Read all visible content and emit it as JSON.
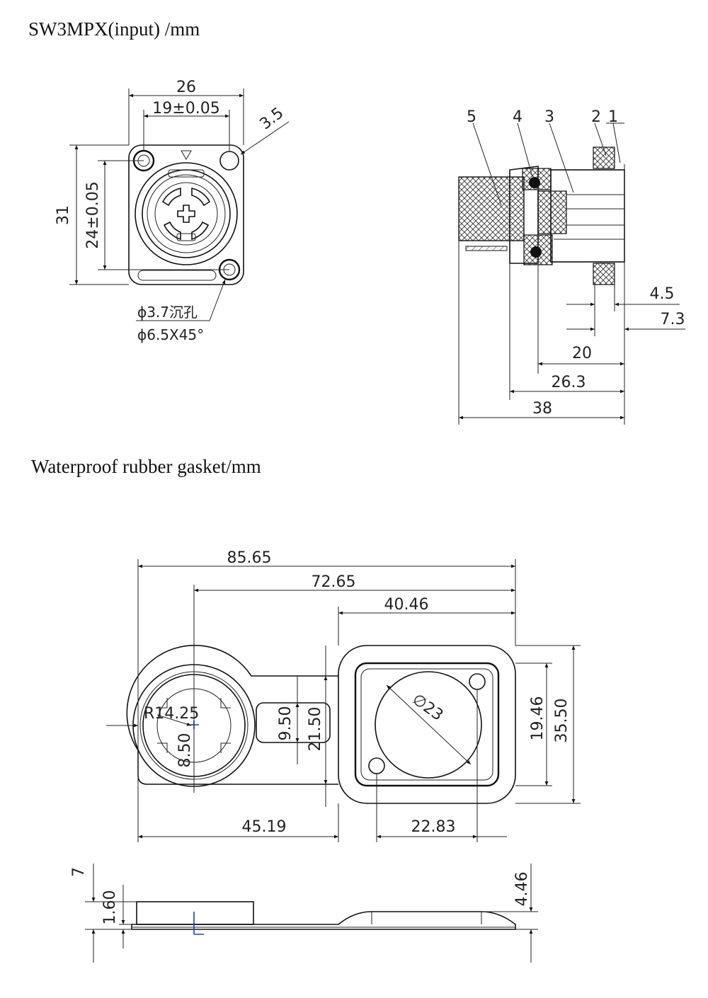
{
  "headings": {
    "connector": "SW3MPX(input)  /mm",
    "gasket": "Waterproof rubber gasket/mm"
  },
  "front_view": {
    "dims": {
      "width": "26",
      "hole_spacing": "19±0.05",
      "corner": "3.5",
      "height": "31",
      "hole_v_spacing": "24±0.05",
      "countersink_1": "ϕ3.7沉孔",
      "countersink_2": "ϕ6.5X45°"
    }
  },
  "side_view": {
    "callouts": [
      "5",
      "4",
      "3",
      "2",
      "1"
    ],
    "dims": {
      "d1": "4.5",
      "d2": "7.3",
      "d3": "20",
      "d4": "26.3",
      "d5": "38"
    }
  },
  "gasket_top": {
    "dims": {
      "total": "85.65",
      "d2": "72.65",
      "d3": "40.46",
      "radius": "R14.25",
      "r_small": "8.50",
      "slot_h": "9.50",
      "neck_h": "21.50",
      "diameter": "∅23",
      "inner_h": "19.46",
      "outer_h": "35.50",
      "bottom_left": "45.19",
      "bottom_right": "22.83"
    }
  },
  "gasket_side": {
    "dims": {
      "t1": "7",
      "t2": "1.60",
      "t3": "4.46"
    }
  },
  "colors": {
    "line": "#111111",
    "axis_marker": "#1f3fbf"
  }
}
